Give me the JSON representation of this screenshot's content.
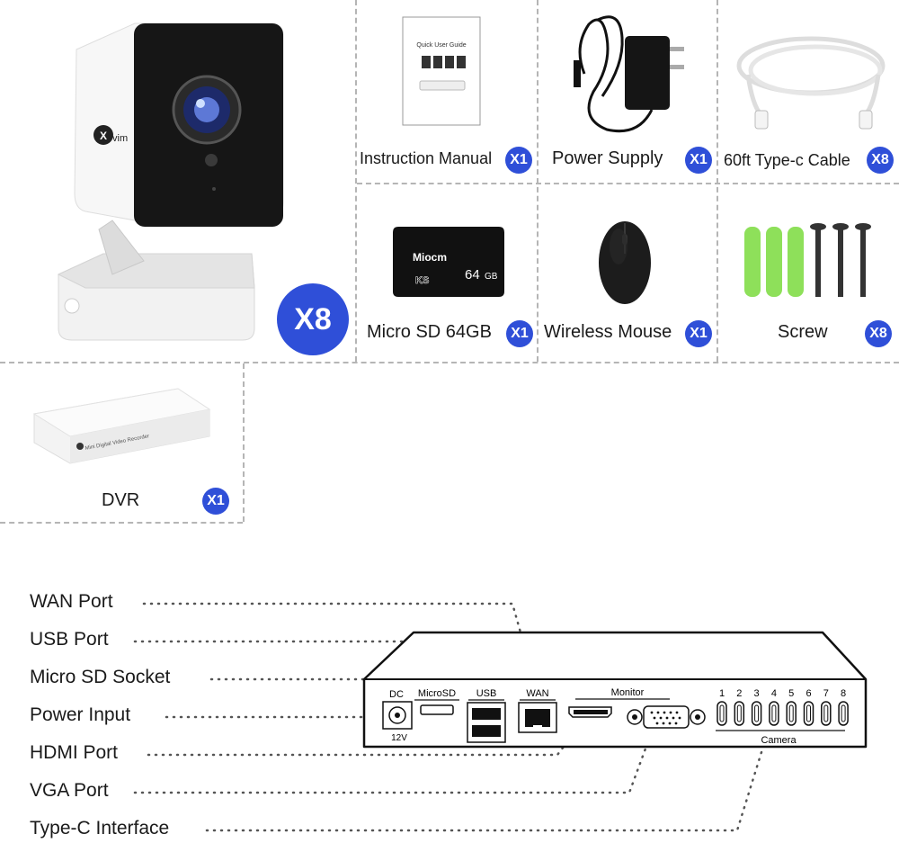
{
  "camera": {
    "qty": "X8",
    "logo": "xvim"
  },
  "items": [
    {
      "name": "Instruction Manual",
      "qty": "X1",
      "manual_title": "Quick User Guide"
    },
    {
      "name": "Power Supply",
      "qty": "X1"
    },
    {
      "name": "60ft Type-c Cable",
      "qty": "X8"
    },
    {
      "name": "Micro SD 64GB",
      "qty": "X1",
      "card_brand": "Miocm",
      "card_size": "64",
      "card_unit": "GB",
      "card_mark": "KS"
    },
    {
      "name": "Wireless Mouse",
      "qty": "X1"
    },
    {
      "name": "Screw",
      "qty": "X8"
    },
    {
      "name": "DVR",
      "qty": "X1",
      "dvr_text": "Mini Digital Video Recorder"
    }
  ],
  "ports": {
    "labels": [
      "WAN Port",
      "USB Port",
      "Micro SD Socket",
      "Power Input",
      "HDMI Port",
      "VGA Port",
      "Type-C Interface"
    ],
    "panel": {
      "dc": "DC",
      "dc_volt": "12V",
      "microsd": "MicroSD",
      "usb": "USB",
      "wan": "WAN",
      "monitor": "Monitor",
      "camera": "Camera",
      "channels": [
        "1",
        "2",
        "3",
        "4",
        "5",
        "6",
        "7",
        "8"
      ]
    }
  },
  "colors": {
    "badge": "#2f4fd8",
    "divider": "#b5b5b5",
    "sd_green": "#8ee05a"
  }
}
